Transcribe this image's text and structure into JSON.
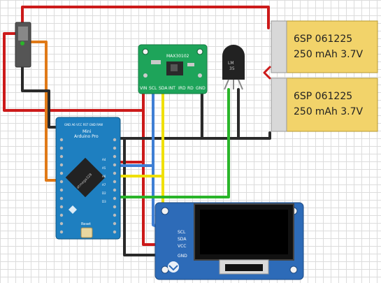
{
  "batteries": [
    {
      "model": "6SP 061225",
      "capacity": "250",
      "unit": "mAh 3.7V"
    },
    {
      "model": "6SP 061225",
      "capacity": "250",
      "unit": "mAh 3.7V"
    }
  ],
  "sensor_module": {
    "chip": "MAX30102",
    "pins": [
      "VIN",
      "SCL",
      "SDA",
      "INT",
      "IRD",
      "RD",
      "GND"
    ]
  },
  "temp_sensor": {
    "line1": "LM",
    "line2": "35"
  },
  "arduino": {
    "name_line1": "Mini",
    "name_line2": "Arduino Pro",
    "mcu": "atmega328",
    "reset_label": "Reset",
    "top_pins": "GND A6 VCC RST GND RAW",
    "row_labels": [
      "A4",
      "A5",
      "A6",
      "A7",
      "D2",
      "D3"
    ]
  },
  "oled": {
    "pins": [
      "SCL",
      "SDA",
      "VCC",
      "GND"
    ]
  },
  "colors": {
    "red_wire": "#cc1a1a",
    "black_wire": "#2a2a2a",
    "blue_wire": "#3f7fd4",
    "yellow_wire": "#f0e000",
    "green_wire": "#2ab52a",
    "orange_wire": "#e07a18",
    "arduino_board": "#1e7fc0",
    "oled_board": "#2d6bb8",
    "sensor_board": "#1ea45a",
    "battery_body": "#f2d36a"
  }
}
